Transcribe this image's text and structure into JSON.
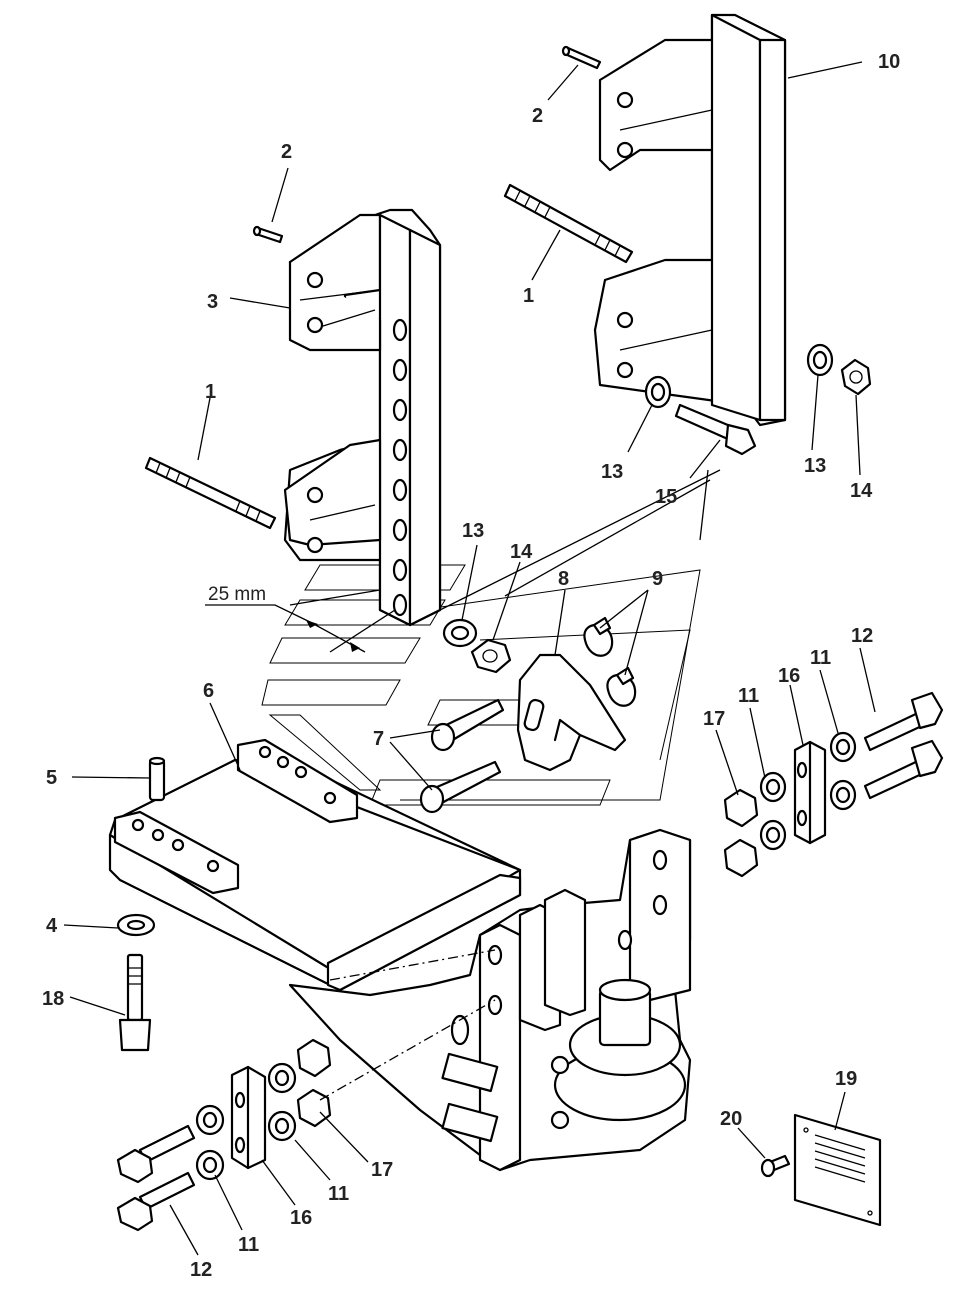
{
  "dimension_note": "25 mm",
  "callouts": [
    {
      "id": "c2a",
      "text": "2"
    },
    {
      "id": "c3",
      "text": "3"
    },
    {
      "id": "c1a",
      "text": "1"
    },
    {
      "id": "c2b",
      "text": "2"
    },
    {
      "id": "c10",
      "text": "10"
    },
    {
      "id": "c1b",
      "text": "1"
    },
    {
      "id": "c13a",
      "text": "13"
    },
    {
      "id": "c15",
      "text": "15"
    },
    {
      "id": "c13b",
      "text": "13"
    },
    {
      "id": "c14a",
      "text": "14"
    },
    {
      "id": "c13c",
      "text": "13"
    },
    {
      "id": "c14b",
      "text": "14"
    },
    {
      "id": "c8",
      "text": "8"
    },
    {
      "id": "c9",
      "text": "9"
    },
    {
      "id": "c12a",
      "text": "12"
    },
    {
      "id": "c11a",
      "text": "11"
    },
    {
      "id": "c16a",
      "text": "16"
    },
    {
      "id": "c11b",
      "text": "11"
    },
    {
      "id": "c17a",
      "text": "17"
    },
    {
      "id": "c7",
      "text": "7"
    },
    {
      "id": "c6",
      "text": "6"
    },
    {
      "id": "c5",
      "text": "5"
    },
    {
      "id": "c4",
      "text": "4"
    },
    {
      "id": "c18",
      "text": "18"
    },
    {
      "id": "c17b",
      "text": "17"
    },
    {
      "id": "c11c",
      "text": "11"
    },
    {
      "id": "c16b",
      "text": "16"
    },
    {
      "id": "c11d",
      "text": "11"
    },
    {
      "id": "c12b",
      "text": "12"
    },
    {
      "id": "c19",
      "text": "19"
    },
    {
      "id": "c20",
      "text": "20"
    }
  ]
}
